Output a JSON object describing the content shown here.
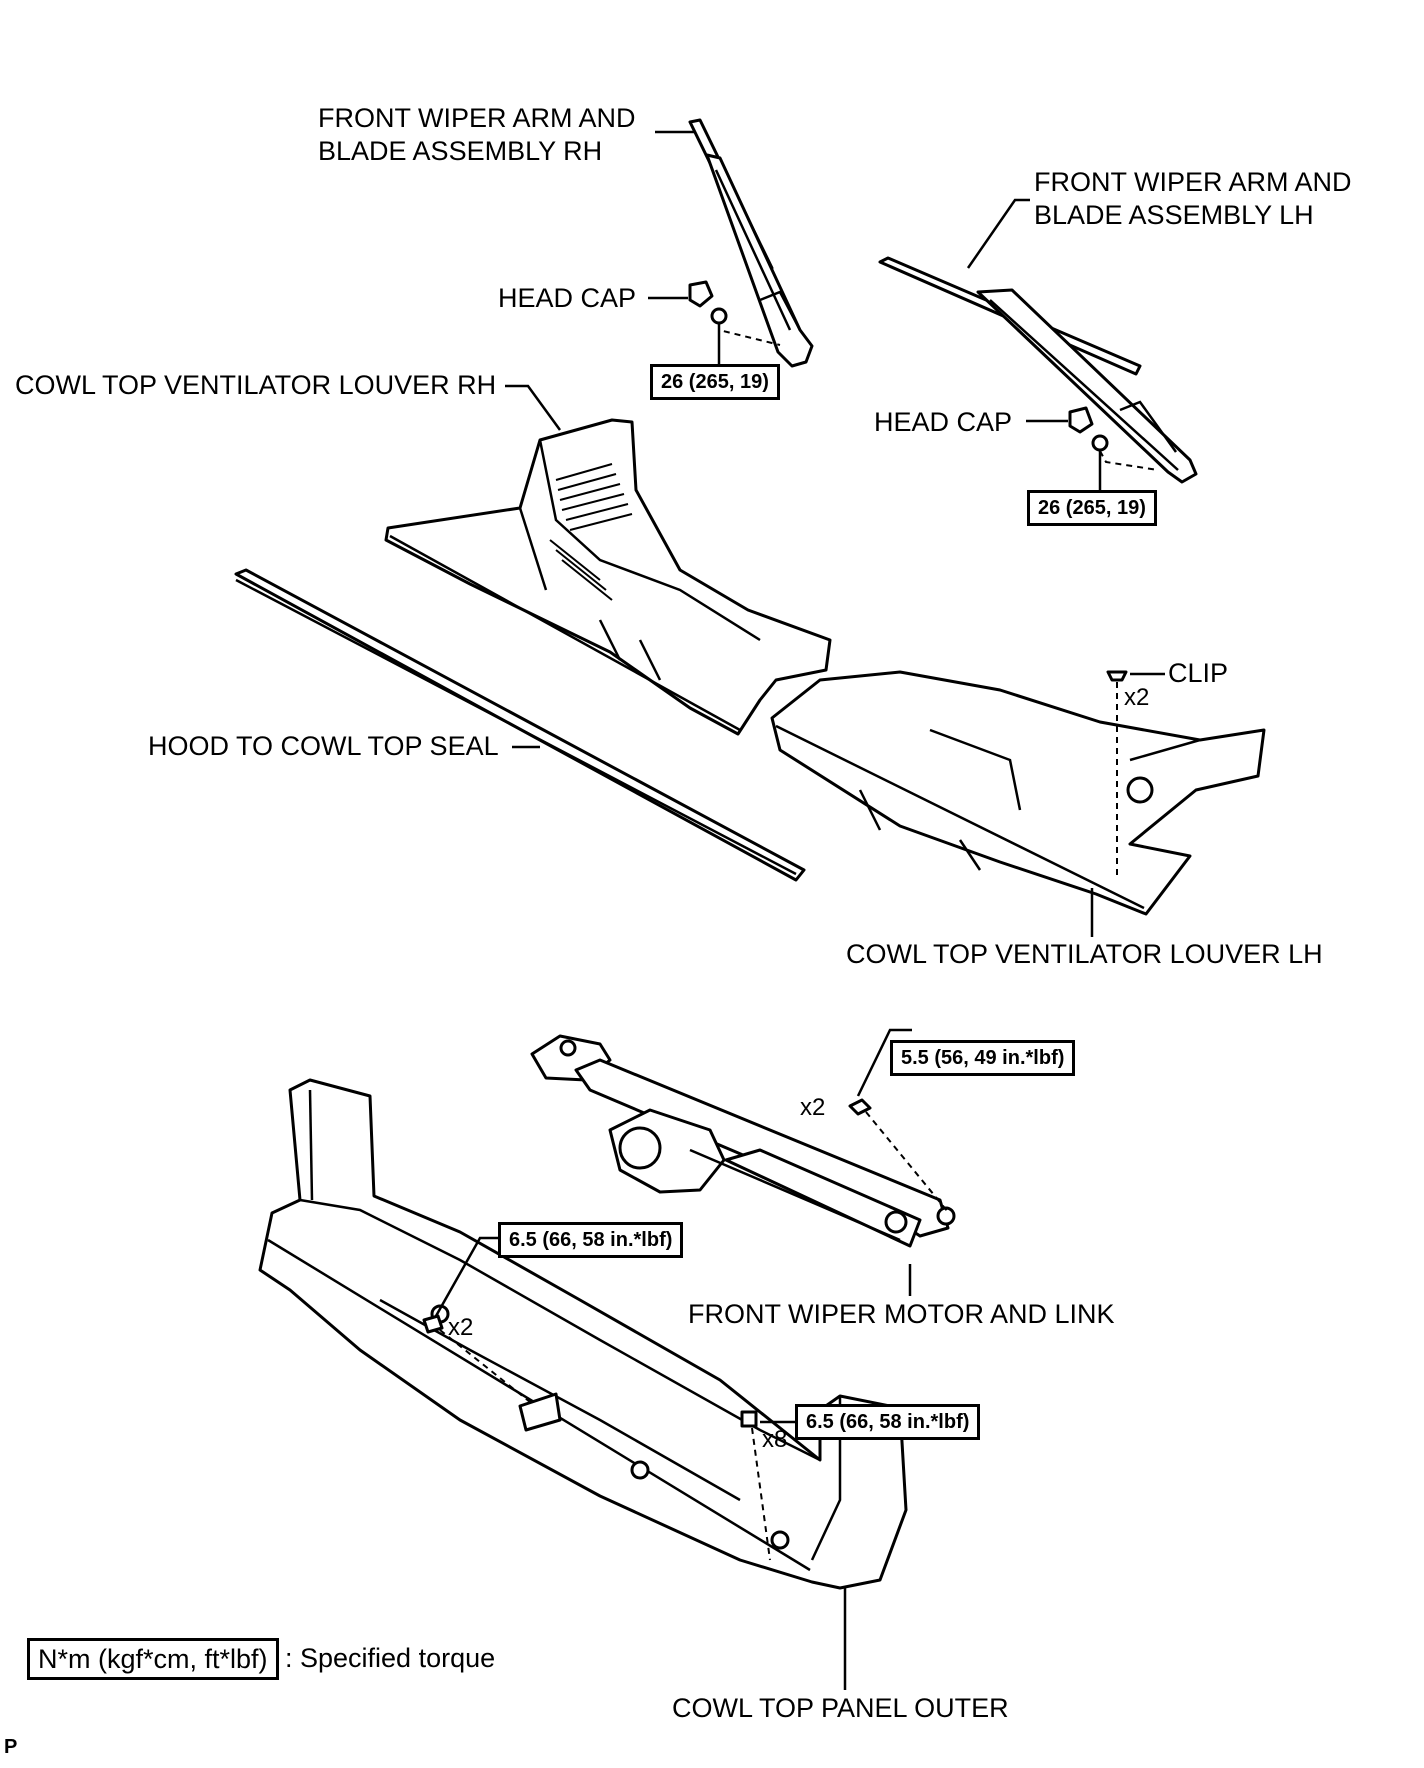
{
  "labels": {
    "wiper_rh": "FRONT WIPER ARM AND\nBLADE ASSEMBLY RH",
    "wiper_lh": "FRONT WIPER ARM AND\nBLADE ASSEMBLY LH",
    "head_cap_rh": "HEAD CAP",
    "head_cap_lh": "HEAD CAP",
    "louver_rh": "COWL TOP VENTILATOR LOUVER RH",
    "hood_seal": "HOOD TO COWL TOP SEAL",
    "clip": "CLIP",
    "louver_lh": "COWL TOP VENTILATOR LOUVER LH",
    "motor_link": "FRONT WIPER MOTOR AND LINK",
    "panel_outer": "COWL TOP PANEL OUTER"
  },
  "torques": {
    "wiper_rh_nut": "26 (265, 19)",
    "wiper_lh_nut": "26 (265, 19)",
    "motor_bolt": "5.5 (56, 49 in.*lbf)",
    "panel_bolt_a": "6.5 (66, 58 in.*lbf)",
    "panel_bolt_b": "6.5 (66, 58 in.*lbf)"
  },
  "counts": {
    "clip": "x2",
    "motor_bolt": "x2",
    "panel_bolt_a": "x2",
    "panel_bolt_b": "x8"
  },
  "legend": {
    "box": "N*m (kgf*cm, ft*lbf)",
    "text": ": Specified torque"
  },
  "corner_code": "P"
}
